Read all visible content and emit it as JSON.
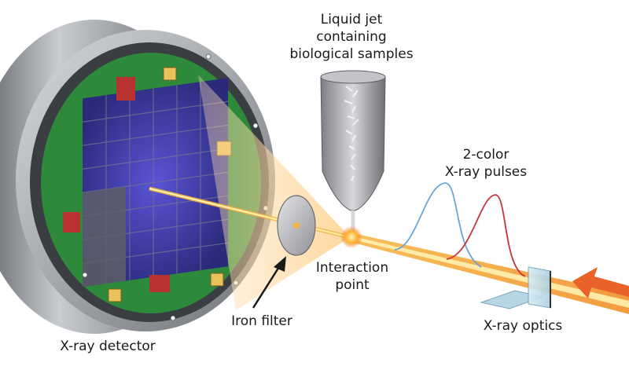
{
  "labels": {
    "liquid_jet": [
      "Liquid jet",
      "containing",
      "biological samples"
    ],
    "pulses": [
      "2-color",
      "X-ray pulses"
    ],
    "interaction": [
      "Interaction",
      "point"
    ],
    "iron_filter": "Iron filter",
    "detector": "X-ray detector",
    "optics": "X-ray optics"
  },
  "colors": {
    "beam": "#f5a623",
    "beam_core": "#fff2b0",
    "pulse_blue": "#6aa6d8",
    "pulse_red": "#c8363a",
    "arrow": "#e8622a",
    "detector_board": "#2c8a3a",
    "detector_tiles": "#3b3a9e",
    "housing": "#8a8d92"
  },
  "icons": {
    "incoming_beam": "arrow-left-icon",
    "filter_pointer": "arrow-pointer-icon"
  }
}
